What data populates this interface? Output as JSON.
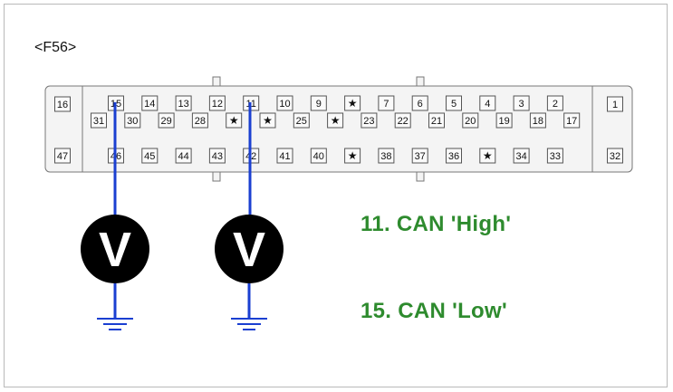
{
  "connector": {
    "label": "<F56>",
    "left_end_pins": [
      "16",
      "47"
    ],
    "right_end_pins": [
      "1",
      "32"
    ],
    "top_row": [
      "15",
      "14",
      "13",
      "12",
      "11",
      "10",
      "9",
      "★",
      "7",
      "6",
      "5",
      "4",
      "3",
      "2"
    ],
    "middle_row": [
      "31",
      "30",
      "29",
      "28",
      "★",
      "★",
      "25",
      "★",
      "23",
      "22",
      "21",
      "20",
      "19",
      "18",
      "17"
    ],
    "bottom_row": [
      "46",
      "45",
      "44",
      "43",
      "42",
      "41",
      "40",
      "★",
      "38",
      "37",
      "36",
      "★",
      "34",
      "33"
    ]
  },
  "meters": [
    {
      "symbol": "V",
      "probe_pin": "15"
    },
    {
      "symbol": "V",
      "probe_pin": "11"
    }
  ],
  "legend": {
    "line1": "11. CAN 'High'",
    "line2": "15. CAN 'Low'"
  },
  "colors": {
    "probe_wire": "#1a3fd1",
    "legend_text": "#2e8b2e",
    "meter_fill": "#000000",
    "meter_symbol": "#ffffff",
    "ground": "#1a3fd1"
  },
  "icons": [
    "voltmeter-icon",
    "ground-icon",
    "star-pin-icon"
  ]
}
